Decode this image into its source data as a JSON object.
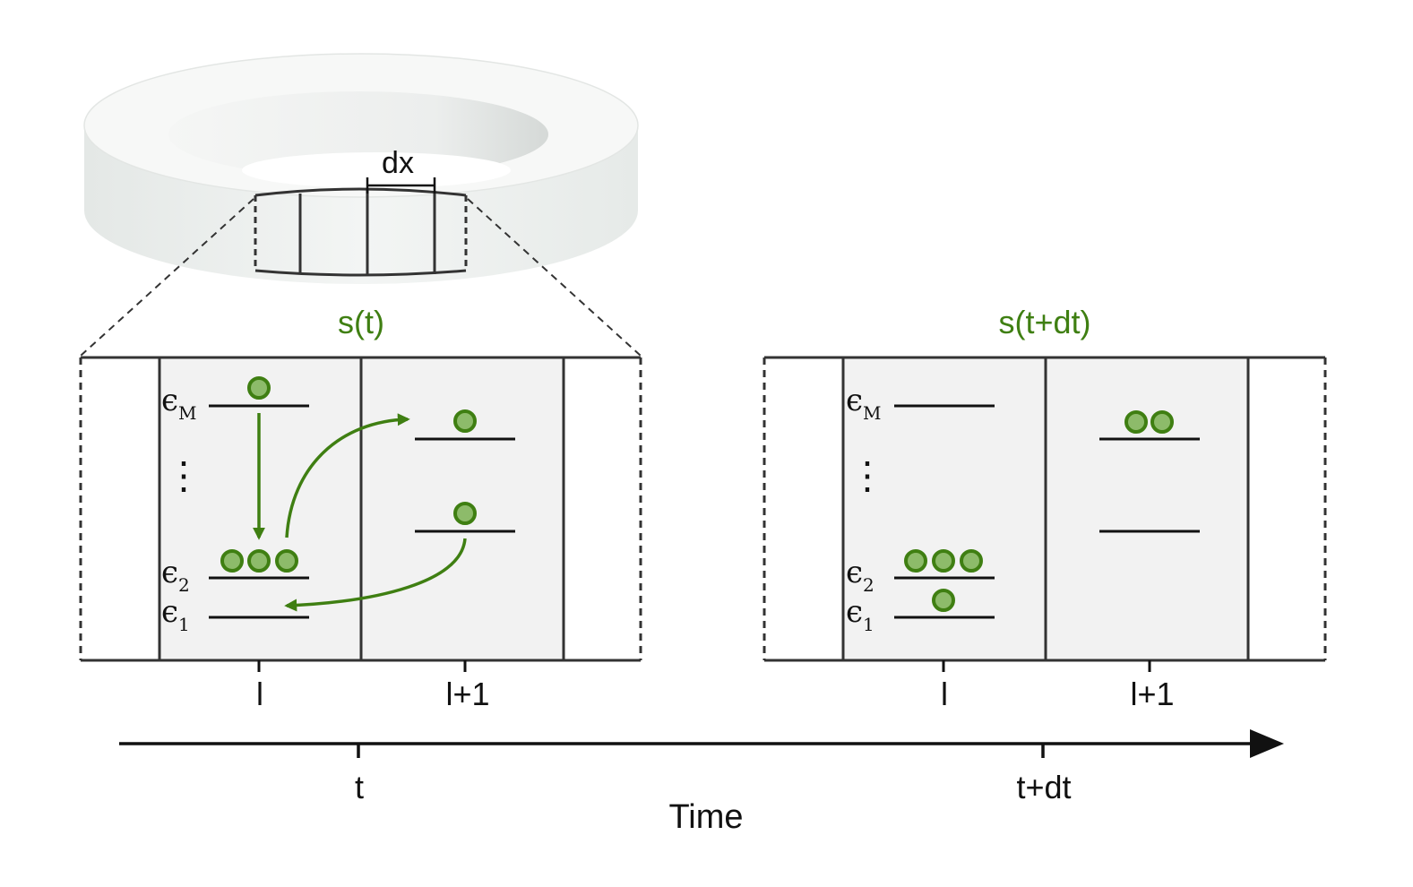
{
  "ring": {
    "dx_label": "dx"
  },
  "panel_left": {
    "state_label": "s(t)",
    "levels": {
      "top": "ϵ",
      "top_sub": "M",
      "mid": "ϵ",
      "mid_sub": "2",
      "bottom": "ϵ",
      "bottom_sub": "1",
      "ellipsis": "⋮"
    },
    "cell_labels": [
      "l",
      "l+1"
    ]
  },
  "panel_right": {
    "state_label": "s(t+dt)",
    "levels": {
      "top": "ϵ",
      "top_sub": "M",
      "mid": "ϵ",
      "mid_sub": "2",
      "bottom": "ϵ",
      "bottom_sub": "1",
      "ellipsis": "⋮"
    },
    "cell_labels": [
      "l",
      "l+1"
    ]
  },
  "timeline": {
    "tick_t": "t",
    "tick_tdt": "t+dt",
    "axis_label": "Time"
  },
  "colors": {
    "accent": "#3f7f12",
    "particle_fill": "#8dbb6a",
    "cell_fill": "#f2f2f2",
    "line": "#333333"
  }
}
